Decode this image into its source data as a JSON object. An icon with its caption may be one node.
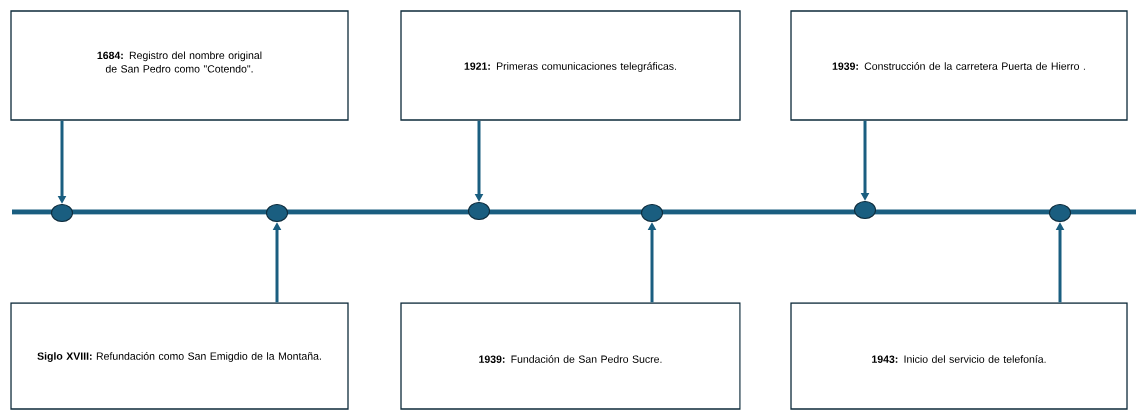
{
  "diagram": {
    "nodes": [
      {
        "text": [
          "**1684:** Registro del nombre original de San Pedro como \"Cotendo\"."
        ]
      },
      {
        "text": [
          "**1921:** Primeras comunicaciones telegráficas."
        ]
      },
      {
        "text": [
          "**1939:** Construcción de la carretera Puerta de Hierro ."
        ]
      },
      {
        "text": [
          "**Siglo XVIII:** Refundación como San Emigdio de la Montaña."
        ]
      },
      {
        "text": [
          "**1939:** Fundación de San Pedro Sucre."
        ]
      },
      {
        "text": [
          "**1943:** Inicio del servicio de telefonía."
        ]
      },
      {
        "text": [],
        "shape": "circle"
      },
      {
        "text": [],
        "shape": "circle"
      },
      {
        "text": [],
        "shape": "circle"
      },
      {
        "text": [],
        "shape": "circle"
      },
      {
        "text": [],
        "shape": "circle"
      },
      {
        "text": [],
        "shape": "circle"
      }
    ],
    "edges": [
      {
        "from": 0,
        "to": 6,
        "arrow": "to"
      },
      {
        "from": 3,
        "to": 7,
        "arrow": "to"
      },
      {
        "from": 1,
        "to": 8,
        "arrow": "to"
      },
      {
        "from": 4,
        "to": 9,
        "arrow": "to"
      },
      {
        "from": 2,
        "to": 10,
        "arrow": "to"
      },
      {
        "from": 5,
        "to": 11,
        "arrow": "to"
      }
    ]
  }
}
